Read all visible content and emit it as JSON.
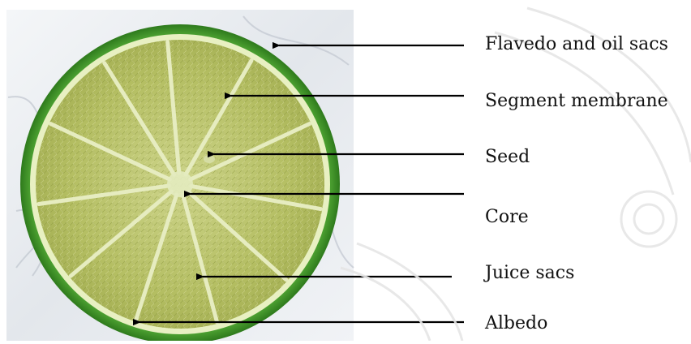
{
  "labels": {
    "flavedo": "Flavedo and oil sacs",
    "segment_membrane": "Segment membrane",
    "seed": "Seed",
    "core": "Core",
    "juice_sacs": "Juice sacs",
    "albedo": "Albedo"
  },
  "colors": {
    "rind_dark": "#2f7f1f",
    "rind_light": "#6cc24a",
    "albedo": "#eaf2c8",
    "pulp": "#b9c36a",
    "pulp_dark": "#8e9a45",
    "membrane": "#e9efc3",
    "marble": "#dfe3e8",
    "arrow": "#000000"
  }
}
